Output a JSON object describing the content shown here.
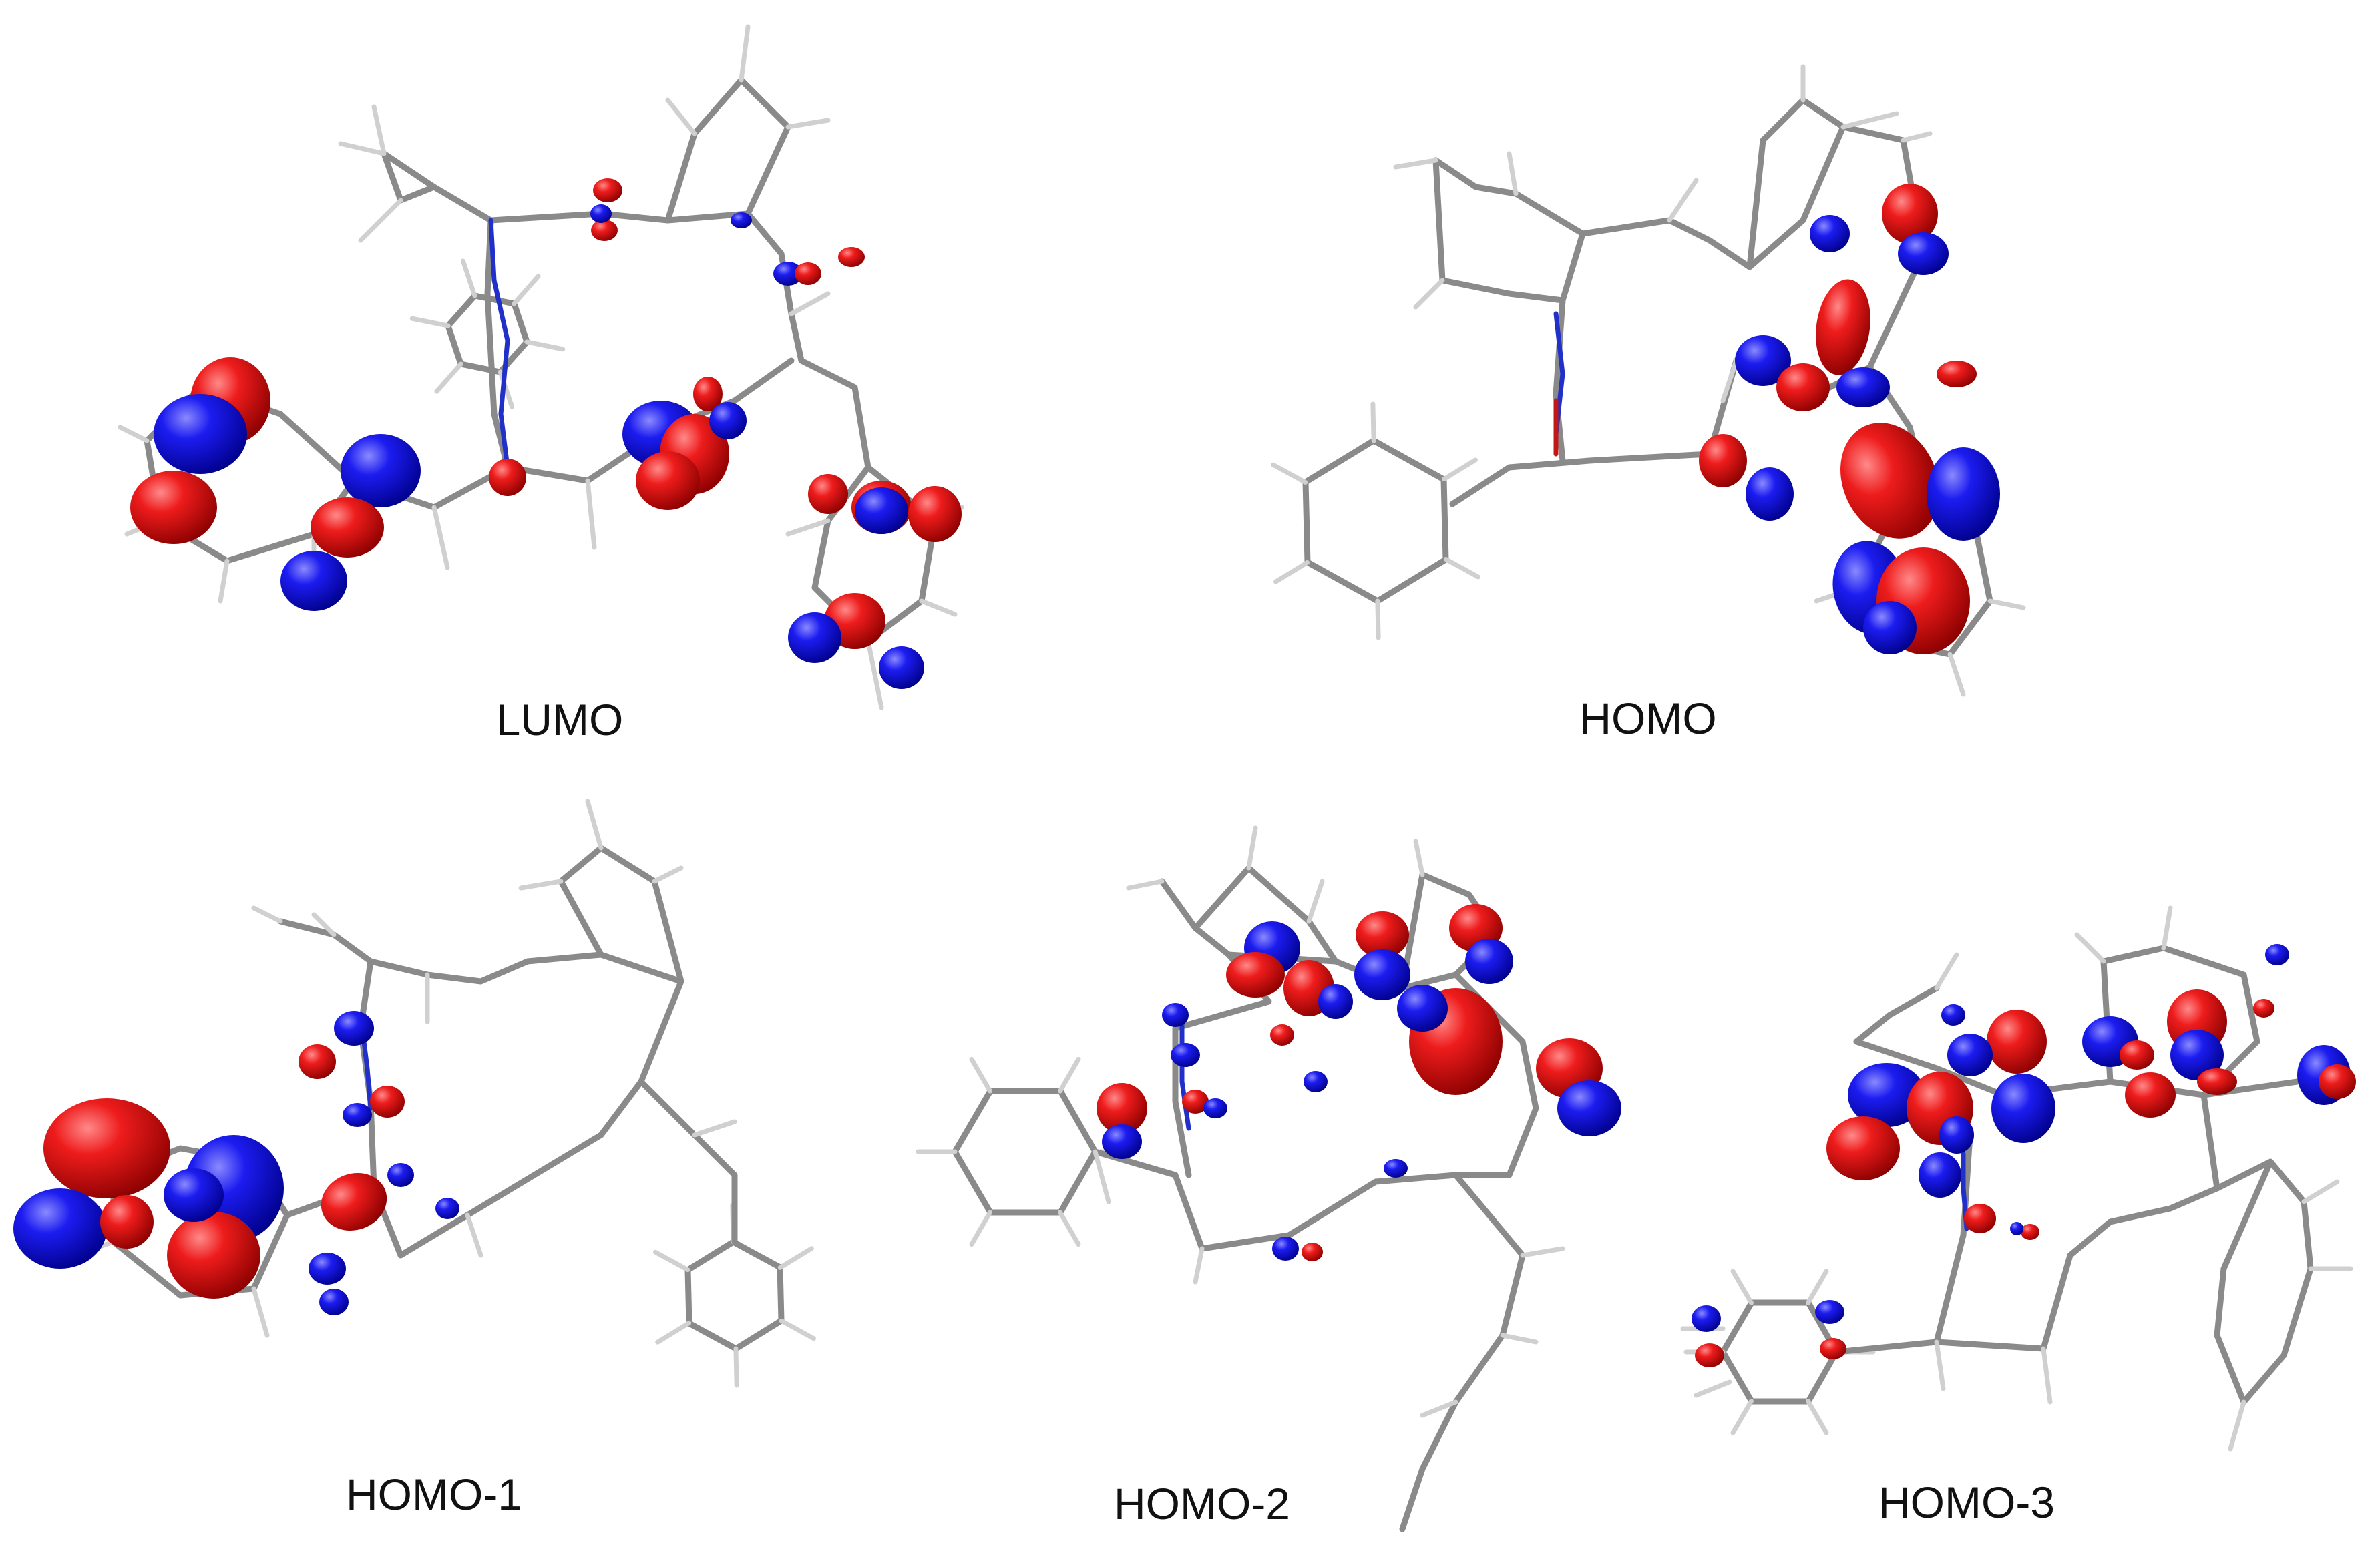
{
  "panels": [
    {
      "id": "lumo",
      "label": "LUMO"
    },
    {
      "id": "homo",
      "label": "HOMO"
    },
    {
      "id": "homo1",
      "label": "HOMO-1"
    },
    {
      "id": "homo2",
      "label": "HOMO-2"
    },
    {
      "id": "homo3",
      "label": "HOMO-3"
    }
  ],
  "colors": {
    "bond": "#8a8a8a",
    "hydrogen": "#d0d0d0",
    "nitrogen": "#2030c8",
    "oxygen": "#c01818",
    "lobe_positive": "#e0141e",
    "lobe_negative": "#1c1ce0"
  }
}
